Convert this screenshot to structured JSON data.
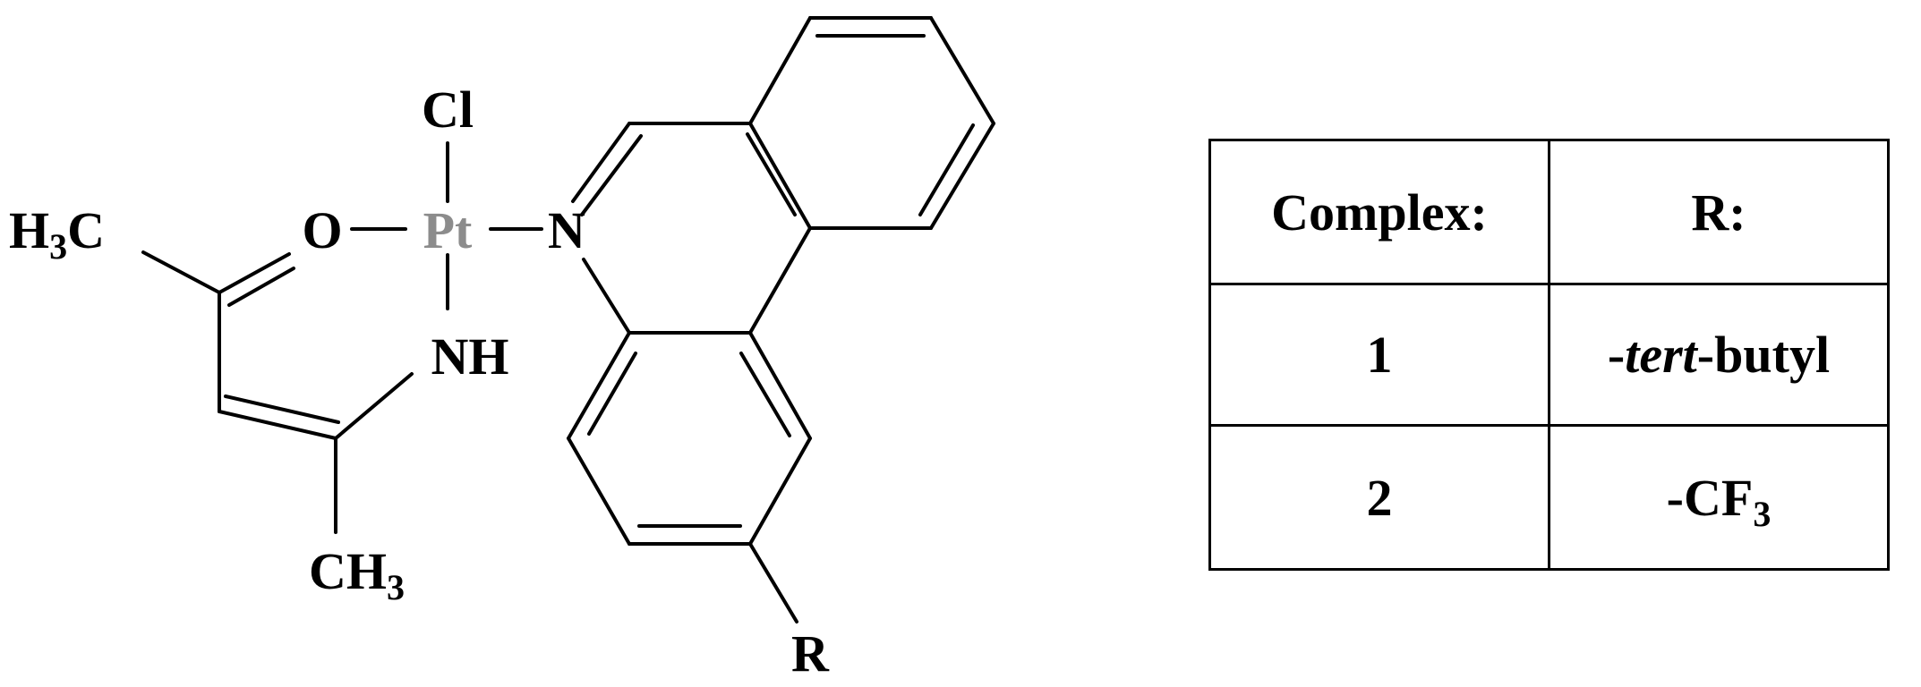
{
  "structure": {
    "atoms": {
      "cl": "Cl",
      "pt": "Pt",
      "o": "O",
      "n": "N",
      "nh": "NH",
      "h3c_main": "H",
      "h3c_sub": "3",
      "h3c_tail": "C",
      "ch3_main": "CH",
      "ch3_sub": "3",
      "r": "R"
    },
    "colors": {
      "pt": "#8c8c8c",
      "default": "#000000"
    }
  },
  "table": {
    "headers": {
      "complex": "Complex:",
      "r": "R:"
    },
    "rows": [
      {
        "complex": "1",
        "r_prefix": "-",
        "r_italic": "tert",
        "r_suffix": "-butyl"
      },
      {
        "complex": "2",
        "r_main": "-CF",
        "r_sub": "3"
      }
    ]
  }
}
